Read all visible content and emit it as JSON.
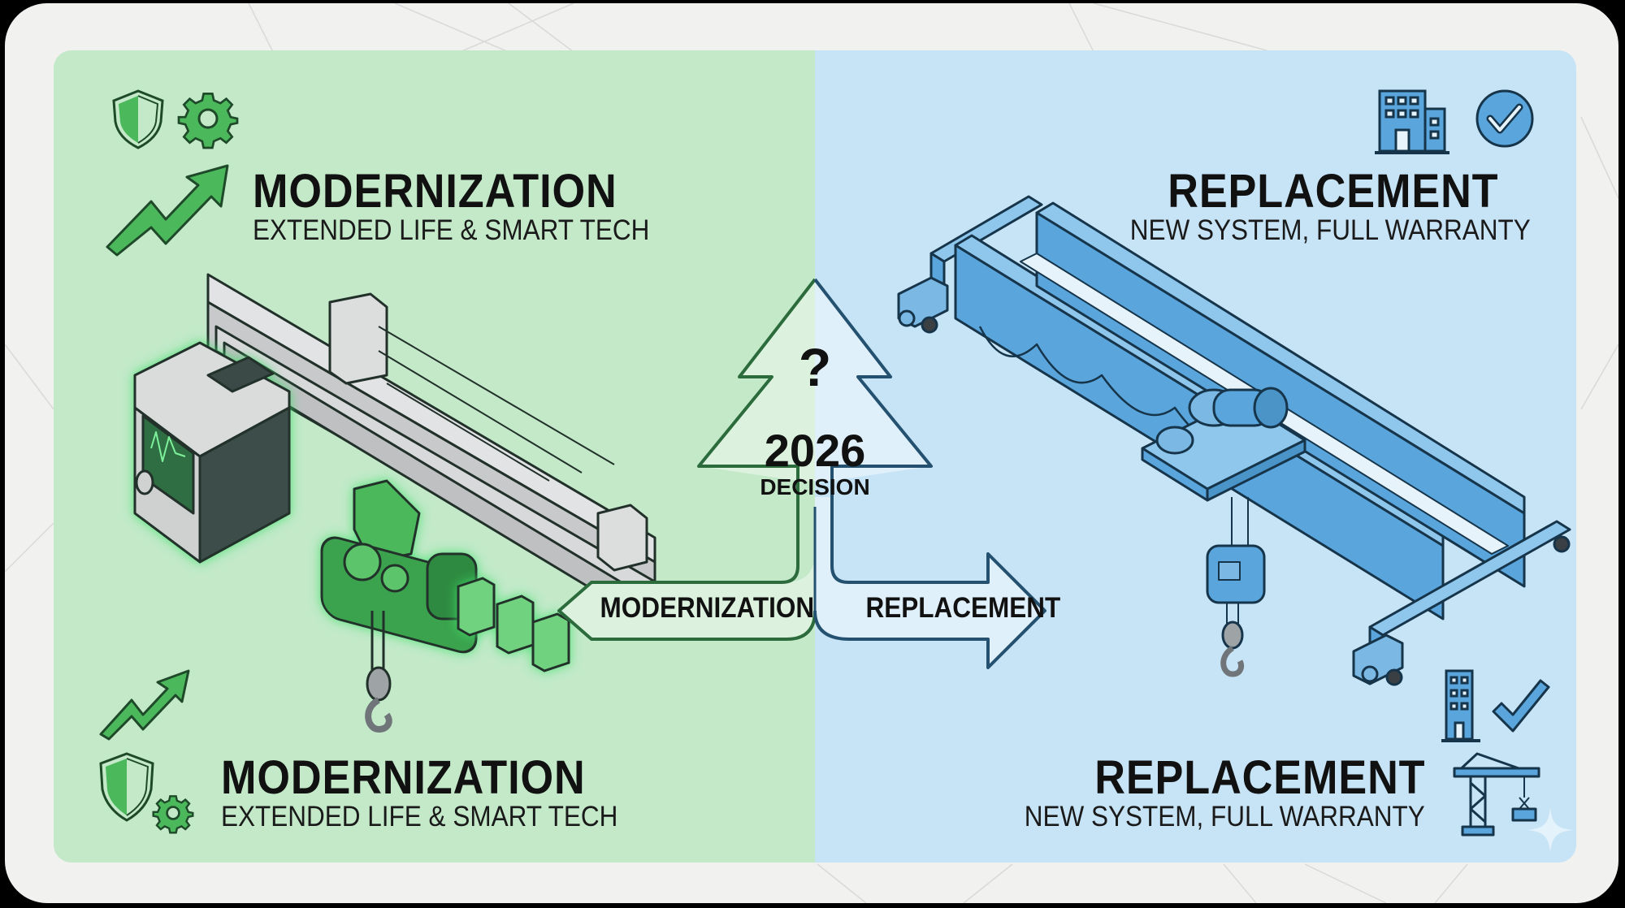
{
  "colors": {
    "frame_bg": "#f1f1f0",
    "modernization_bg": "#c3e9c9",
    "replacement_bg": "#c7e4f6",
    "green_accent": "#4cb85c",
    "green_outline": "#2c6b3c",
    "blue_accent": "#5aa6dc",
    "blue_outline": "#24516f",
    "text": "#111111"
  },
  "modernization": {
    "top": {
      "title": "MODERNIZATION",
      "subtitle": "EXTENDED LIFE & SMART TECH",
      "icons": [
        "shield-icon",
        "gear-icon",
        "trend-up-arrow-icon"
      ]
    },
    "bottom": {
      "title": "MODERNIZATION",
      "subtitle": "EXTENDED LIFE & SMART TECH",
      "icons": [
        "trend-up-arrow-icon",
        "shield-icon",
        "gear-icon"
      ]
    },
    "illustration": "single-girder-crane-retrofit"
  },
  "replacement": {
    "top": {
      "title": "REPLACEMENT",
      "subtitle": "NEW SYSTEM, FULL WARRANTY",
      "icons": [
        "building-icon",
        "check-circle-icon"
      ]
    },
    "bottom": {
      "title": "REPLACEMENT",
      "subtitle": "NEW SYSTEM, FULL WARRANTY",
      "icons": [
        "building-icon",
        "checkmark-icon",
        "tower-crane-icon"
      ]
    },
    "illustration": "double-girder-overhead-crane"
  },
  "decision": {
    "symbol": "?",
    "year": "2026",
    "label": "DECISION"
  },
  "paths": {
    "left_label": "MODERNIZATION",
    "right_label": "REPLACEMENT"
  }
}
